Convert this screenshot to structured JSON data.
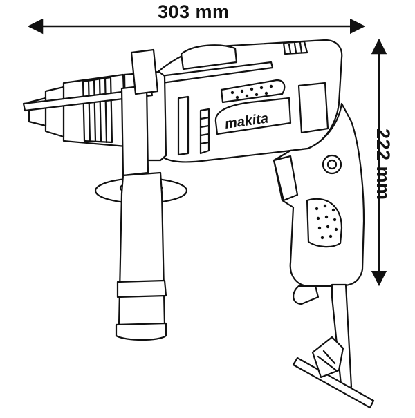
{
  "dimensions": {
    "width_label": "303 mm",
    "height_label": "222 mm"
  },
  "drill": {
    "brand_logo_text": "makita"
  },
  "colors": {
    "line": "#111111",
    "background": "#ffffff"
  }
}
